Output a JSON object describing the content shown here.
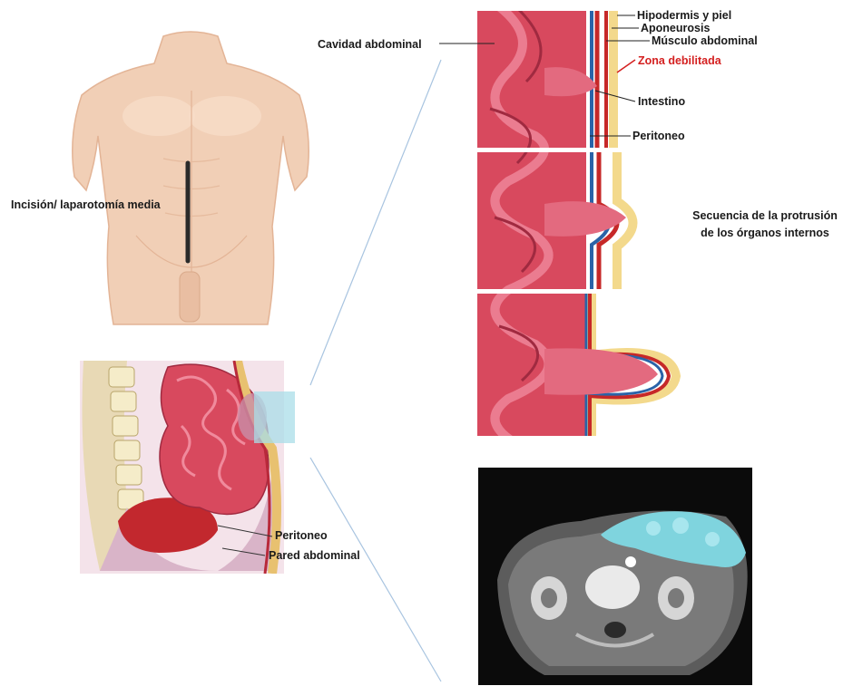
{
  "labels": {
    "incision": "Incisión/ laparotomía media",
    "abdominal_cavity": "Cavidad abdominal",
    "hypodermis": "Hipodermis y piel",
    "aponeurosis": "Aponeurosis",
    "abdominal_muscle": "Músculo abdominal",
    "weakened_zone": "Zona debilitada",
    "intestine": "Intestino",
    "peritoneum_top": "Peritoneo",
    "sequence_line1": "Secuencia de la protrusión",
    "sequence_line2": "de los órganos internos",
    "peritoneum_side": "Peritoneo",
    "abdominal_wall": "Pared abdominal"
  },
  "colors": {
    "skin": "#f1cfb6",
    "skin_shadow": "#e3b496",
    "intestine": "#d8495e",
    "intestine_light": "#ef8a9a",
    "peritoneum": "#2a63a8",
    "muscle": "#c62828",
    "fat": "#f3d98c",
    "highlight_box": "#a9dde8",
    "ct_background": "#0b0b0b",
    "ct_highlight": "#7fd4de",
    "weakened_text": "#d42020",
    "connector": "#a8c4e0"
  },
  "icons": [
    "torso-figure",
    "sagittal-section",
    "hernia-sequence",
    "ct-scan"
  ]
}
